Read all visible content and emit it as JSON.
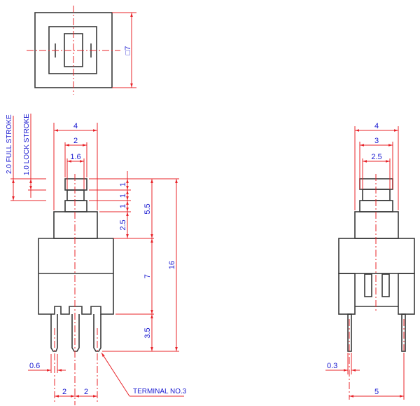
{
  "colors": {
    "outline": "#3a3a3a",
    "dimension": "#e8242a",
    "text": "#1a1ad0"
  },
  "top_view": {
    "size_label": "□7"
  },
  "front_view": {
    "width_plunger_base": "4",
    "width_cap": "2",
    "width_neck": "1.6",
    "stroke_full": "2.0 FULL STROKE",
    "stroke_lock": "1.0 LOCK STROKE",
    "seg1": "1",
    "seg2": "1",
    "seg3": "1",
    "seg4": "2.5",
    "height_plunger": "5.5",
    "height_body": "7",
    "height_terminal": "3.5",
    "height_total": "16",
    "pin_width": "0.6",
    "pitch_left": "2",
    "pitch_right": "2",
    "terminal_callout": "TERMINAL NO.3"
  },
  "side_view": {
    "width_stem": "4",
    "width_cap": "3",
    "width_neck": "2.5",
    "pin_width": "0.3",
    "pin_spacing": "5"
  }
}
